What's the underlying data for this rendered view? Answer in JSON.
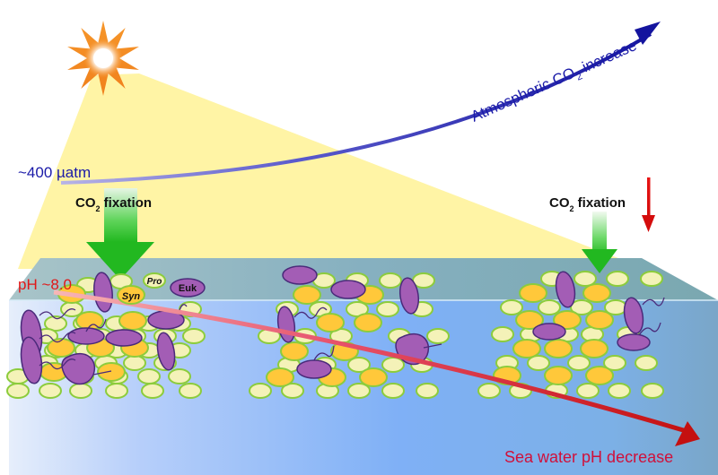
{
  "diagram": {
    "atmosphere": {
      "baseline_label": "~400 µatm",
      "increase_label_prefix": "Atmospheric CO",
      "increase_label_sub": "2",
      "increase_label_suffix": " increase",
      "arrow_color": "#1a1aa8"
    },
    "fixation": {
      "left_label_prefix": "CO",
      "left_label_sub": "2",
      "left_label_suffix": " fixation",
      "right_label_prefix": "CO",
      "right_label_sub": "2",
      "right_label_suffix": " fixation",
      "arrow_color": "#2ec02e",
      "decrease_indicator_color": "#e01010"
    },
    "ocean": {
      "ph_label": "pH ~8.0",
      "ph_decrease_label": "Sea water pH decrease",
      "ph_color": "#d81818"
    },
    "legend": {
      "syn": "Syn",
      "pro": "Pro",
      "euk": "Euk"
    },
    "colors": {
      "sunlight": "#fff5a0",
      "sun": "#f08a20",
      "syn_fill": "#ffc83a",
      "pro_fill": "#f4f2b8",
      "cell_border": "#8ccc3c",
      "euk_fill": "#a35db5",
      "euk_border": "#4a2a7a",
      "water_top": "#7aa8b4",
      "water_deep": "#7fb0f4"
    }
  }
}
